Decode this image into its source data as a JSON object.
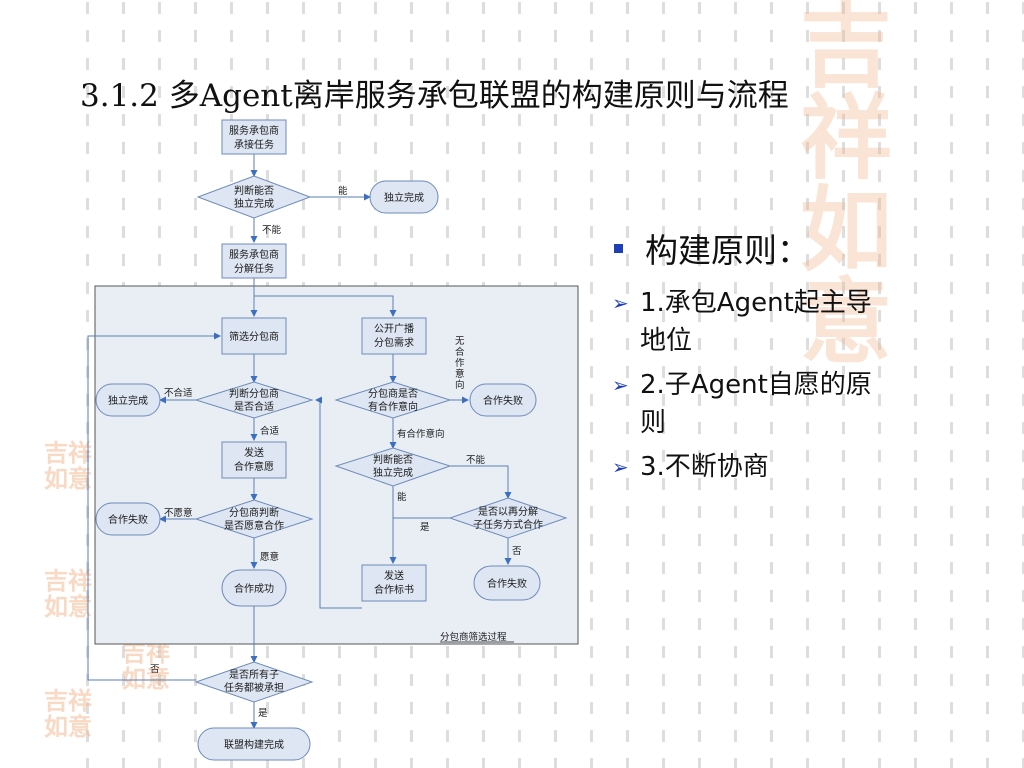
{
  "slide": {
    "title": "3.1.2 多Agent离岸服务承包联盟的构建原则与流程"
  },
  "bullets": {
    "heading": "构建原则：",
    "items": [
      "1.承包Agent起主导地位",
      "2.子Agent自愿的原则",
      "3.不断协商"
    ]
  },
  "flowchart": {
    "nodes": {
      "n_contractor_task": [
        "服务承包商",
        "承接任务"
      ],
      "n_judge_independent": [
        "判断能否",
        "独立完成"
      ],
      "n_independent_top": [
        "独立完成"
      ],
      "n_decompose": [
        "服务承包商",
        "分解任务"
      ],
      "n_screen": [
        "筛选分包商"
      ],
      "n_publish": [
        "公开广播",
        "分包需求"
      ],
      "n_suitable": [
        "判断分包商",
        "是否合适"
      ],
      "n_intention": [
        "分包商是否",
        "有合作意向"
      ],
      "n_fail_right1": [
        "合作失败"
      ],
      "n_independent_left": [
        "独立完成"
      ],
      "n_send_will": [
        "发送",
        "合作意愿"
      ],
      "n_judge_independent2": [
        "判断能否",
        "独立完成"
      ],
      "n_fail_left": [
        "合作失败"
      ],
      "n_willing": [
        "分包商判断",
        "是否愿意合作"
      ],
      "n_decompose_again": [
        "是否以再分解",
        "子任务方式合作"
      ],
      "n_success": [
        "合作成功"
      ],
      "n_send_bid": [
        "发送",
        "合作标书"
      ],
      "n_fail_right2": [
        "合作失败"
      ],
      "n_all_assigned": [
        "是否所有子",
        "任务都被承担"
      ],
      "n_done": [
        "联盟构建完成"
      ]
    },
    "edge_labels": {
      "can": "能",
      "cannot": "不能",
      "no_intention": "无合作意向",
      "not_suitable": "不合适",
      "suitable": "合适",
      "has_intention": "有合作意向",
      "cannot2": "不能",
      "can2": "能",
      "unwilling": "不愿意",
      "yes": "是",
      "no": "否",
      "willing": "愿意",
      "no_bottom": "否",
      "yes_bottom": "是"
    },
    "frame_caption": "分包商筛选过程"
  },
  "seal": {
    "text": "吉祥如意"
  }
}
